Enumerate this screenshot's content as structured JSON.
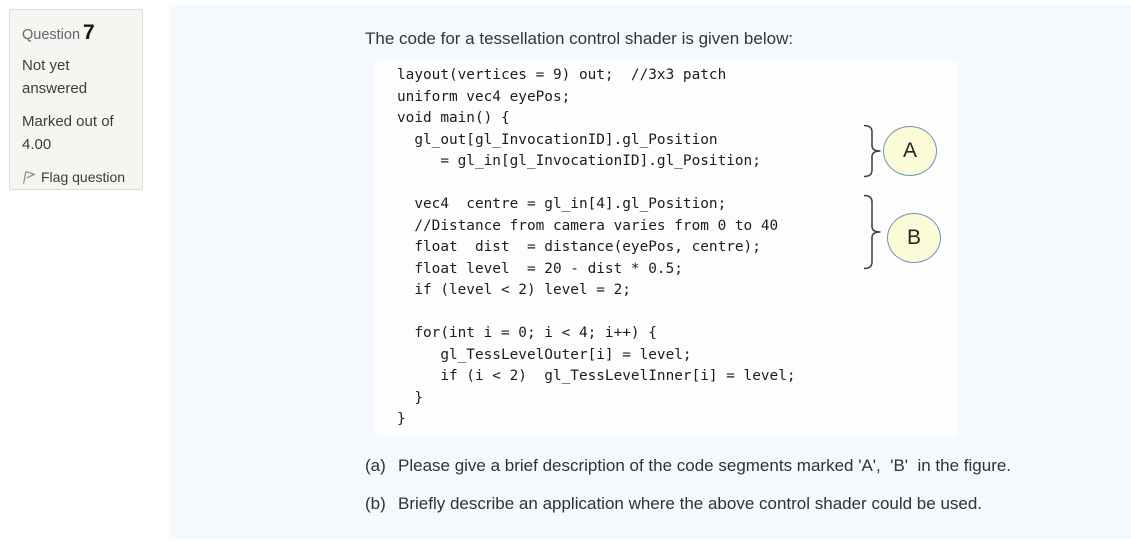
{
  "question_info": {
    "label": "Question",
    "number": "7",
    "status": "Not yet answered",
    "marks": "Marked out of 4.00",
    "flag": {
      "icon": "flag-icon",
      "label": "Flag question"
    }
  },
  "content": {
    "intro": "The code for a tessellation control shader is given below:",
    "code_lines": [
      "layout(vertices = 9) out;  //3x3 patch",
      "uniform vec4 eyePos;",
      "void main() {",
      "  gl_out[gl_InvocationID].gl_Position",
      "     = gl_in[gl_InvocationID].gl_Position;",
      "",
      "  vec4  centre = gl_in[4].gl_Position;",
      "  //Distance from camera varies from 0 to 40",
      "  float  dist  = distance(eyePos, centre);",
      "  float level  = 20 - dist * 0.5;",
      "  if (level < 2) level = 2;",
      "",
      "  for(int i = 0; i < 4; i++) {",
      "     gl_TessLevelOuter[i] = level;",
      "     if (i < 2)  gl_TessLevelInner[i] = level;",
      "  }",
      "}"
    ],
    "annotations": [
      {
        "letter": "A"
      },
      {
        "letter": "B"
      }
    ],
    "parts": [
      {
        "label": "(a)",
        "text": "Please give a brief description of the code segments marked 'A',  'B'  in the figure."
      },
      {
        "label": "(b)",
        "text": "Briefly describe an application where the above control shader could be used."
      }
    ]
  },
  "colors": {
    "content_background": "#f5f8fc",
    "panel_background": "#f5f5f1",
    "code_background": "#fdfdfd",
    "annotation_fill": "#fbfbd8",
    "annotation_border": "#7191be"
  }
}
